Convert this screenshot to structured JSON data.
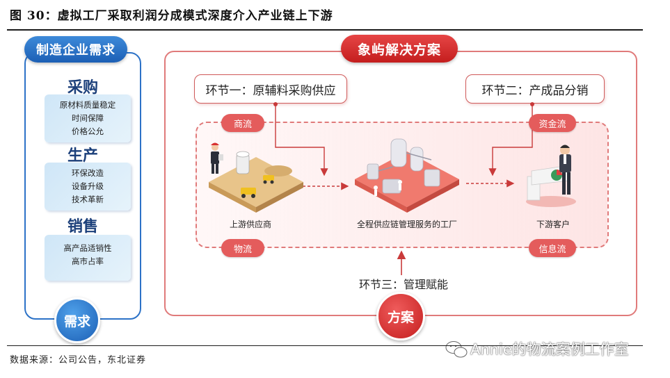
{
  "figure": {
    "title": "图 30：虚拟工厂采取利润分成模式深度介入产业链上下游",
    "source": "数据来源：公司公告，东北证券"
  },
  "watermark": {
    "text": "Annie的物流案例工作室"
  },
  "left_panel": {
    "header": "制造企业需求",
    "sections": [
      {
        "title": "采购",
        "items": [
          "原材料质量稳定",
          "时间保障",
          "价格公允"
        ]
      },
      {
        "title": "生产",
        "items": [
          "环保改造",
          "设备升级",
          "技术革新"
        ]
      },
      {
        "title": "销售",
        "items": [
          "高产品适销性",
          "高市占率"
        ]
      }
    ],
    "footer": "需求"
  },
  "right_panel": {
    "header": "象屿解决方案",
    "stage1": "环节一：原辅料采购供应",
    "stage2": "环节二：产成品分销",
    "stage3": "环节三：管理赋能",
    "tags": {
      "commerce": "商流",
      "capital": "资金流",
      "logistics": "物流",
      "information": "信息流"
    },
    "nodes": {
      "supplier": "上游供应商",
      "factory": "全程供应链管理服务的工厂",
      "customer": "下游客户"
    },
    "footer": "方案"
  },
  "colors": {
    "blue": "#1c5fb5",
    "red": "#d42a2a",
    "pink_fill": "#fde4e4"
  }
}
